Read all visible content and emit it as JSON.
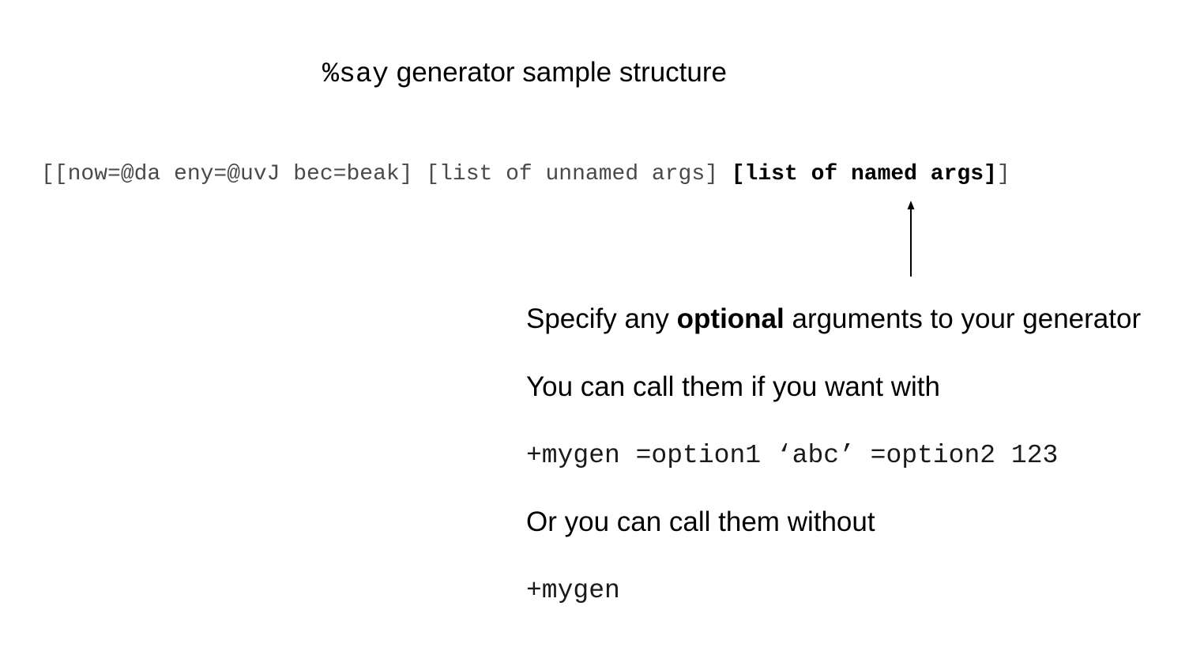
{
  "title": {
    "command": "%say",
    "text": " generator sample structure"
  },
  "structure": {
    "part1": "[[now=@da eny=@uvJ bec=beak] [list of unnamed args] ",
    "bold": "[list of named args]",
    "part2": "]"
  },
  "notes": {
    "line1_before": "Specify any ",
    "line1_bold": "optional",
    "line1_after": " arguments to your generator",
    "line2": "You can call them if you want with",
    "line3_code": "+mygen =option1 ‘abc’ =option2 123",
    "line4": "Or you can call them without",
    "line5_code": "+mygen"
  }
}
